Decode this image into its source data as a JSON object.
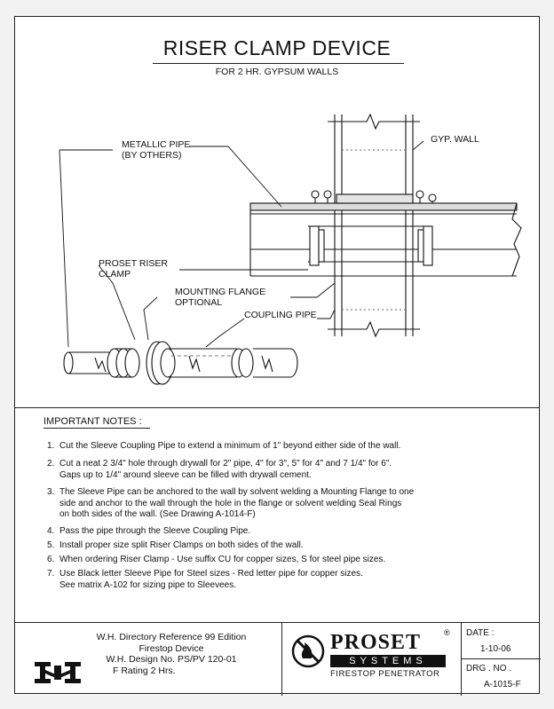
{
  "header": {
    "title": "RISER CLAMP DEVICE",
    "subtitle": "FOR 2 HR. GYPSUM WALLS"
  },
  "callouts": {
    "metallic_pipe_1": "METALLIC PIPE",
    "metallic_pipe_2": "(BY OTHERS)",
    "gyp_wall": "GYP. WALL",
    "riser_clamp_1": "PROSET RISER",
    "riser_clamp_2": "CLAMP",
    "mounting_flange_1": "MOUNTING FLANGE",
    "mounting_flange_2": "OPTIONAL",
    "coupling_pipe": "COUPLING PIPE"
  },
  "notes": {
    "heading": "IMPORTANT NOTES :",
    "items": [
      {
        "num": "1.",
        "lines": [
          "Cut the Sleeve Coupling Pipe to extend a minimum of 1\" beyond either side of the wall."
        ]
      },
      {
        "num": "2.",
        "lines": [
          "Cut a neat 2 3/4\" hole through drywall for 2\" pipe, 4\" for 3\", 5\" for 4\" and 7 1/4\" for 6\".",
          "Gaps up to 1/4\" around sleeve can be filled with drywall cement."
        ]
      },
      {
        "num": "3.",
        "lines": [
          "The Sleeve Pipe can be anchored to the wall by solvent welding a Mounting Flange to one",
          "side and anchor to the wall through the hole in the flange or solvent welding Seal Rings",
          "on both sides of the wall. (See Drawing  A-1014-F)"
        ]
      },
      {
        "num": "4.",
        "lines": [
          "Pass the pipe through the Sleeve Coupling Pipe."
        ]
      },
      {
        "num": "5.",
        "lines": [
          "Install proper size split Riser Clamps on both sides of the wall."
        ]
      },
      {
        "num": "6.",
        "lines": [
          "When ordering Riser Clamp - Use suffix CU for copper sizes, S for steel pipe sizes."
        ]
      },
      {
        "num": "7.",
        "lines": [
          "Use Black letter Sleeve Pipe for Steel sizes - Red letter pipe for copper sizes.",
          "See matrix A-102 for sizing pipe to Sleevees."
        ]
      }
    ]
  },
  "footer": {
    "ref_line_1": "W.H. Directory Reference 99 Edition",
    "ref_line_2": "Firestop Device",
    "ref_line_3": "W.H. Design No. PS/PV 120-01",
    "ref_line_4": "F Rating 2 Hrs.",
    "brand_name": "PROSET",
    "brand_systems": "SYSTEMS",
    "brand_tagline": "FIRESTOP PENETRATOR",
    "registered": "®",
    "date_label": "DATE :",
    "date_value": "1-10-06",
    "drg_label": "DRG . NO .",
    "drg_value": "A-1015-F"
  },
  "icons": [
    "wh-logo-icon",
    "no-fire-icon"
  ]
}
